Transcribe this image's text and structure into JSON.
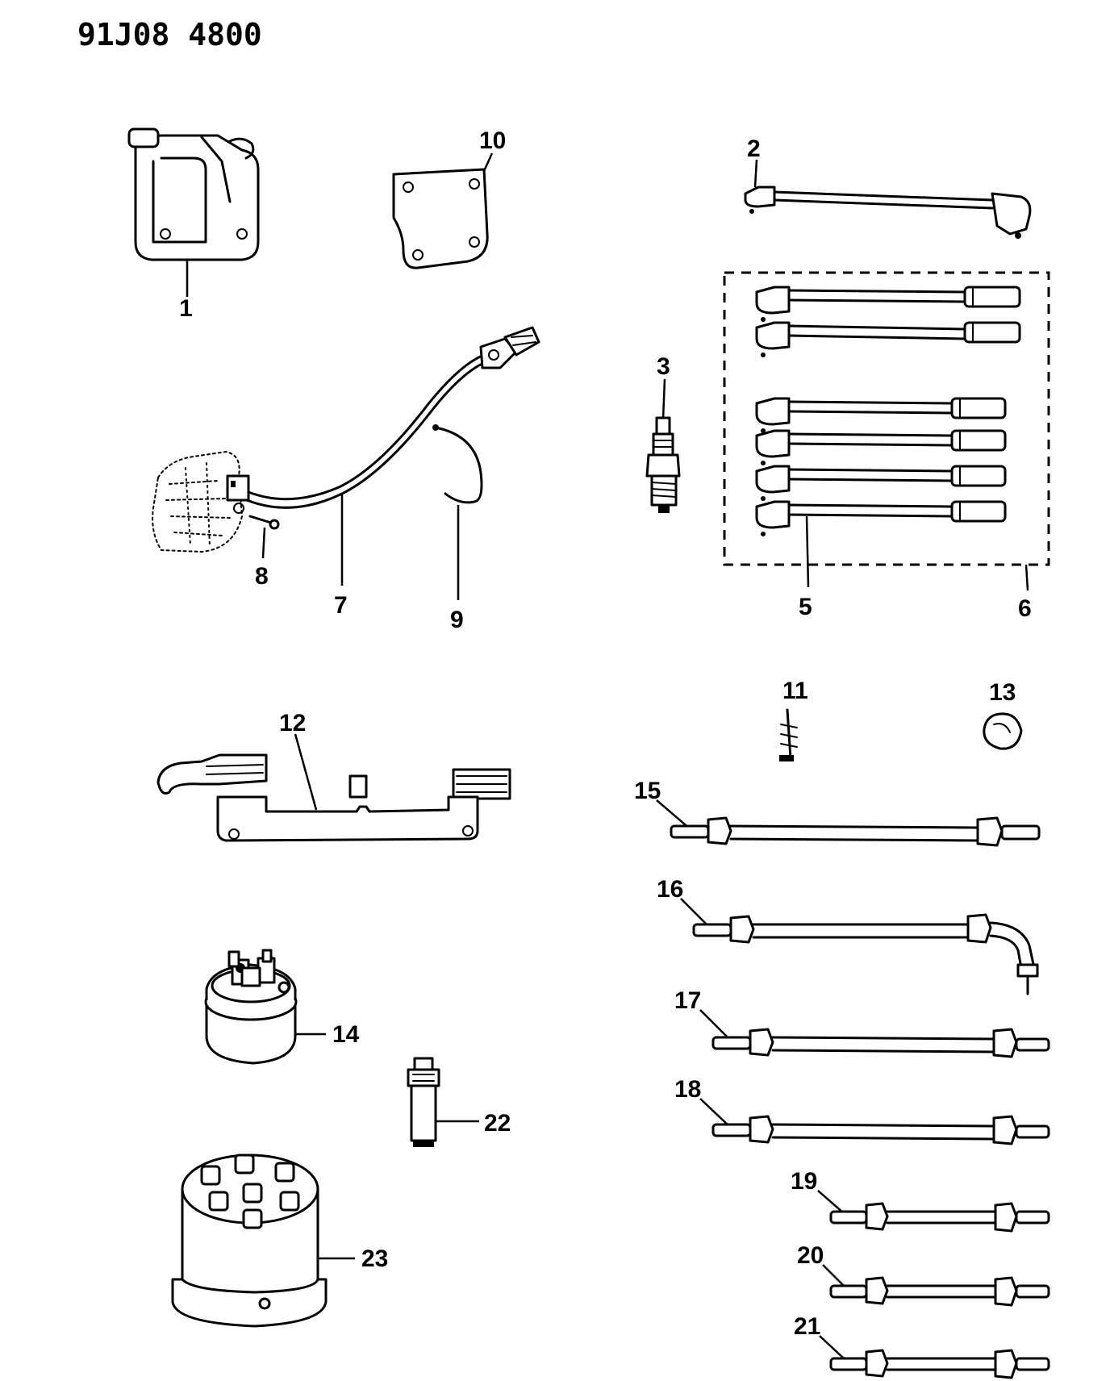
{
  "diagram_code": "91J08 4800",
  "callouts": {
    "c1": "1",
    "c2": "2",
    "c3": "3",
    "c5": "5",
    "c6": "6",
    "c7": "7",
    "c8": "8",
    "c9": "9",
    "c10": "10",
    "c11": "11",
    "c12": "12",
    "c13": "13",
    "c14": "14",
    "c15": "15",
    "c16": "16",
    "c17": "17",
    "c18": "18",
    "c19": "19",
    "c20": "20",
    "c21": "21",
    "c22": "22",
    "c23": "23"
  }
}
